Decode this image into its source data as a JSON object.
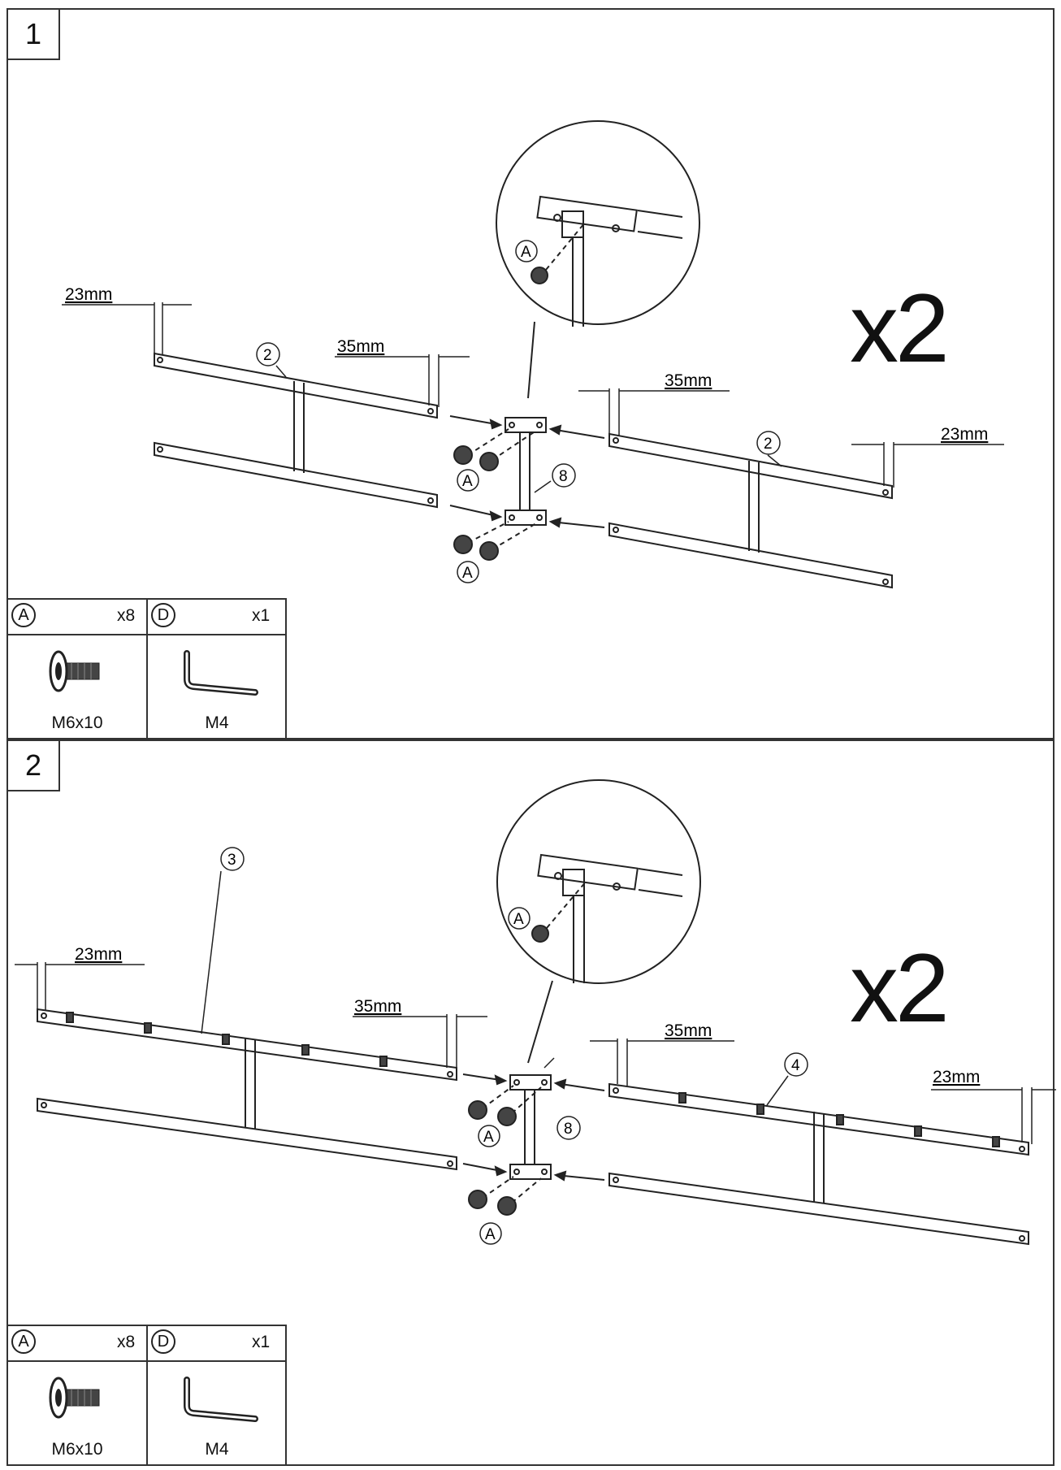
{
  "steps": [
    {
      "number": "1",
      "multiplier": "x2",
      "dimensions": {
        "left_outer": "23mm",
        "left_inner": "35mm",
        "right_inner": "35mm",
        "right_outer": "23mm"
      },
      "callouts": {
        "left_rail": "2",
        "right_rail": "2",
        "connector": "8",
        "bolt_upper": "A",
        "bolt_lower": "A",
        "detail_bolt": "A"
      },
      "parts": [
        {
          "id": "A",
          "qty": "x8",
          "size": "M6x10",
          "icon": "bolt-icon"
        },
        {
          "id": "D",
          "qty": "x1",
          "size": "M4",
          "icon": "allen-key-icon"
        }
      ]
    },
    {
      "number": "2",
      "multiplier": "x2",
      "dimensions": {
        "left_outer": "23mm",
        "left_inner": "35mm",
        "right_inner": "35mm",
        "right_outer": "23mm"
      },
      "callouts": {
        "left_rail": "3",
        "right_rail": "4",
        "connector": "8",
        "bolt_upper": "A",
        "bolt_lower": "A",
        "detail_bolt": "A"
      },
      "parts": [
        {
          "id": "A",
          "qty": "x8",
          "size": "M6x10",
          "icon": "bolt-icon"
        },
        {
          "id": "D",
          "qty": "x1",
          "size": "M4",
          "icon": "allen-key-icon"
        }
      ]
    }
  ],
  "colors": {
    "line": "#222222",
    "frame": "#333333",
    "background": "#ffffff"
  }
}
